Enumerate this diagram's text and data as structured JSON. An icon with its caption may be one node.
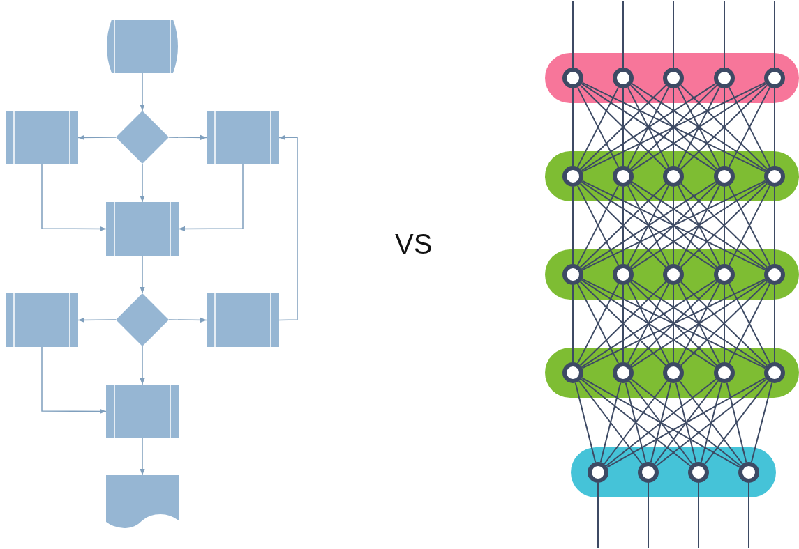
{
  "diagram": {
    "nodes": [
      {
        "text": [],
        "shape": "box"
      },
      {
        "text": [],
        "shape": "box"
      },
      {
        "text": [],
        "shape": "diamond"
      },
      {
        "text": [],
        "shape": "box"
      },
      {
        "text": [],
        "shape": "box"
      },
      {
        "text": [],
        "shape": "box"
      },
      {
        "text": [],
        "shape": "diamond"
      },
      {
        "text": [],
        "shape": "box"
      },
      {
        "text": [],
        "shape": "box"
      },
      {
        "text": [],
        "shape": "document"
      },
      {
        "text": [],
        "shape": "band"
      },
      {
        "text": [],
        "shape": "circle",
        "in": 10
      },
      {
        "text": [],
        "shape": "circle",
        "in": 10
      },
      {
        "text": [],
        "shape": "circle",
        "in": 10
      },
      {
        "text": [],
        "shape": "circle",
        "in": 10
      },
      {
        "text": [],
        "shape": "circle",
        "in": 10
      },
      {
        "text": [],
        "shape": "band"
      },
      {
        "text": [],
        "shape": "circle",
        "in": 16
      },
      {
        "text": [],
        "shape": "circle",
        "in": 16
      },
      {
        "text": [],
        "shape": "circle",
        "in": 16
      },
      {
        "text": [],
        "shape": "circle",
        "in": 16
      },
      {
        "text": [],
        "shape": "circle",
        "in": 16
      },
      {
        "text": [],
        "shape": "band"
      },
      {
        "text": [],
        "shape": "circle",
        "in": 22
      },
      {
        "text": [],
        "shape": "circle",
        "in": 22
      },
      {
        "text": [],
        "shape": "circle",
        "in": 22
      },
      {
        "text": [],
        "shape": "circle",
        "in": 22
      },
      {
        "text": [],
        "shape": "circle",
        "in": 22
      },
      {
        "text": [],
        "shape": "band"
      },
      {
        "text": [],
        "shape": "circle",
        "in": 28
      },
      {
        "text": [],
        "shape": "circle",
        "in": 28
      },
      {
        "text": [],
        "shape": "circle",
        "in": 28
      },
      {
        "text": [],
        "shape": "circle",
        "in": 28
      },
      {
        "text": [],
        "shape": "circle",
        "in": 28
      },
      {
        "text": [],
        "shape": "band"
      },
      {
        "text": [],
        "shape": "circle",
        "in": 34
      },
      {
        "text": [],
        "shape": "circle",
        "in": 34
      },
      {
        "text": [],
        "shape": "circle",
        "in": 34
      },
      {
        "text": [],
        "shape": "circle",
        "in": 34
      }
    ],
    "edges": [
      {
        "from": 0,
        "to": 2,
        "arrow": "to",
        "color": "#7f9fbd"
      },
      {
        "from": 2,
        "to": 1,
        "arrow": "to",
        "color": "#7f9fbd"
      },
      {
        "from": 2,
        "to": 3,
        "arrow": "to",
        "color": "#7f9fbd"
      },
      {
        "from": 2,
        "to": 4,
        "arrow": "to",
        "color": "#7f9fbd"
      },
      {
        "from": 1,
        "to": 4,
        "arrow": "to",
        "color": "#7f9fbd"
      },
      {
        "from": 3,
        "to": 4,
        "arrow": "to",
        "color": "#7f9fbd"
      },
      {
        "from": 4,
        "to": 6,
        "arrow": "to",
        "color": "#7f9fbd"
      },
      {
        "from": 6,
        "to": 5,
        "arrow": "to",
        "color": "#7f9fbd"
      },
      {
        "from": 6,
        "to": 7,
        "arrow": "to",
        "color": "#7f9fbd"
      },
      {
        "from": 6,
        "to": 8,
        "arrow": "to",
        "color": "#7f9fbd"
      },
      {
        "from": 7,
        "to": 3,
        "arrow": "to",
        "color": "#7f9fbd"
      },
      {
        "from": 5,
        "to": 8,
        "arrow": "to",
        "color": "#7f9fbd"
      },
      {
        "from": 8,
        "to": 9,
        "arrow": "to",
        "color": "#7f9fbd"
      },
      {
        "from": null,
        "to": 11,
        "arrow": "none"
      },
      {
        "from": null,
        "to": 12,
        "arrow": "none"
      },
      {
        "from": null,
        "to": 13,
        "arrow": "none"
      },
      {
        "from": null,
        "to": 14,
        "arrow": "none"
      },
      {
        "from": null,
        "to": 15,
        "arrow": "none"
      },
      {
        "from": 11,
        "to": 17,
        "arrow": "none"
      },
      {
        "from": 11,
        "to": 18,
        "arrow": "none"
      },
      {
        "from": 11,
        "to": 19,
        "arrow": "none"
      },
      {
        "from": 11,
        "to": 20,
        "arrow": "none"
      },
      {
        "from": 11,
        "to": 21,
        "arrow": "none"
      },
      {
        "from": 12,
        "to": 17,
        "arrow": "none"
      },
      {
        "from": 12,
        "to": 18,
        "arrow": "none"
      },
      {
        "from": 12,
        "to": 19,
        "arrow": "none"
      },
      {
        "from": 12,
        "to": 20,
        "arrow": "none"
      },
      {
        "from": 12,
        "to": 21,
        "arrow": "none"
      },
      {
        "from": 13,
        "to": 17,
        "arrow": "none"
      },
      {
        "from": 13,
        "to": 18,
        "arrow": "none"
      },
      {
        "from": 13,
        "to": 19,
        "arrow": "none"
      },
      {
        "from": 13,
        "to": 20,
        "arrow": "none"
      },
      {
        "from": 13,
        "to": 21,
        "arrow": "none"
      },
      {
        "from": 14,
        "to": 17,
        "arrow": "none"
      },
      {
        "from": 14,
        "to": 18,
        "arrow": "none"
      },
      {
        "from": 14,
        "to": 19,
        "arrow": "none"
      },
      {
        "from": 14,
        "to": 20,
        "arrow": "none"
      },
      {
        "from": 14,
        "to": 21,
        "arrow": "none"
      },
      {
        "from": 15,
        "to": 17,
        "arrow": "none"
      },
      {
        "from": 15,
        "to": 18,
        "arrow": "none"
      },
      {
        "from": 15,
        "to": 19,
        "arrow": "none"
      },
      {
        "from": 15,
        "to": 20,
        "arrow": "none"
      },
      {
        "from": 15,
        "to": 21,
        "arrow": "none"
      },
      {
        "from": 17,
        "to": 23,
        "arrow": "none"
      },
      {
        "from": 17,
        "to": 24,
        "arrow": "none"
      },
      {
        "from": 17,
        "to": 25,
        "arrow": "none"
      },
      {
        "from": 17,
        "to": 26,
        "arrow": "none"
      },
      {
        "from": 17,
        "to": 27,
        "arrow": "none"
      },
      {
        "from": 18,
        "to": 23,
        "arrow": "none"
      },
      {
        "from": 18,
        "to": 24,
        "arrow": "none"
      },
      {
        "from": 18,
        "to": 25,
        "arrow": "none"
      },
      {
        "from": 18,
        "to": 26,
        "arrow": "none"
      },
      {
        "from": 18,
        "to": 27,
        "arrow": "none"
      },
      {
        "from": 19,
        "to": 23,
        "arrow": "none"
      },
      {
        "from": 19,
        "to": 24,
        "arrow": "none"
      },
      {
        "from": 19,
        "to": 25,
        "arrow": "none"
      },
      {
        "from": 19,
        "to": 26,
        "arrow": "none"
      },
      {
        "from": 19,
        "to": 27,
        "arrow": "none"
      },
      {
        "from": 20,
        "to": 23,
        "arrow": "none"
      },
      {
        "from": 20,
        "to": 24,
        "arrow": "none"
      },
      {
        "from": 20,
        "to": 25,
        "arrow": "none"
      },
      {
        "from": 20,
        "to": 26,
        "arrow": "none"
      },
      {
        "from": 20,
        "to": 27,
        "arrow": "none"
      },
      {
        "from": 21,
        "to": 23,
        "arrow": "none"
      },
      {
        "from": 21,
        "to": 24,
        "arrow": "none"
      },
      {
        "from": 21,
        "to": 25,
        "arrow": "none"
      },
      {
        "from": 21,
        "to": 26,
        "arrow": "none"
      },
      {
        "from": 21,
        "to": 27,
        "arrow": "none"
      },
      {
        "from": 23,
        "to": 29,
        "arrow": "none"
      },
      {
        "from": 23,
        "to": 30,
        "arrow": "none"
      },
      {
        "from": 23,
        "to": 31,
        "arrow": "none"
      },
      {
        "from": 23,
        "to": 32,
        "arrow": "none"
      },
      {
        "from": 23,
        "to": 33,
        "arrow": "none"
      },
      {
        "from": 24,
        "to": 29,
        "arrow": "none"
      },
      {
        "from": 24,
        "to": 30,
        "arrow": "none"
      },
      {
        "from": 24,
        "to": 31,
        "arrow": "none"
      },
      {
        "from": 24,
        "to": 32,
        "arrow": "none"
      },
      {
        "from": 24,
        "to": 33,
        "arrow": "none"
      },
      {
        "from": 25,
        "to": 29,
        "arrow": "none"
      },
      {
        "from": 25,
        "to": 30,
        "arrow": "none"
      },
      {
        "from": 25,
        "to": 31,
        "arrow": "none"
      },
      {
        "from": 25,
        "to": 32,
        "arrow": "none"
      },
      {
        "from": 25,
        "to": 33,
        "arrow": "none"
      },
      {
        "from": 26,
        "to": 29,
        "arrow": "none"
      },
      {
        "from": 26,
        "to": 30,
        "arrow": "none"
      },
      {
        "from": 26,
        "to": 31,
        "arrow": "none"
      },
      {
        "from": 26,
        "to": 32,
        "arrow": "none"
      },
      {
        "from": 26,
        "to": 33,
        "arrow": "none"
      },
      {
        "from": 27,
        "to": 29,
        "arrow": "none"
      },
      {
        "from": 27,
        "to": 30,
        "arrow": "none"
      },
      {
        "from": 27,
        "to": 31,
        "arrow": "none"
      },
      {
        "from": 27,
        "to": 32,
        "arrow": "none"
      },
      {
        "from": 27,
        "to": 33,
        "arrow": "none"
      },
      {
        "from": 29,
        "to": 35,
        "arrow": "none"
      },
      {
        "from": 29,
        "to": 36,
        "arrow": "none"
      },
      {
        "from": 29,
        "to": 37,
        "arrow": "none"
      },
      {
        "from": 29,
        "to": 38,
        "arrow": "none"
      },
      {
        "from": 30,
        "to": 35,
        "arrow": "none"
      },
      {
        "from": 30,
        "to": 36,
        "arrow": "none"
      },
      {
        "from": 30,
        "to": 37,
        "arrow": "none"
      },
      {
        "from": 30,
        "to": 38,
        "arrow": "none"
      },
      {
        "from": 31,
        "to": 35,
        "arrow": "none"
      },
      {
        "from": 31,
        "to": 36,
        "arrow": "none"
      },
      {
        "from": 31,
        "to": 37,
        "arrow": "none"
      },
      {
        "from": 31,
        "to": 38,
        "arrow": "none"
      },
      {
        "from": 32,
        "to": 35,
        "arrow": "none"
      },
      {
        "from": 32,
        "to": 36,
        "arrow": "none"
      },
      {
        "from": 32,
        "to": 37,
        "arrow": "none"
      },
      {
        "from": 32,
        "to": 38,
        "arrow": "none"
      },
      {
        "from": 33,
        "to": 35,
        "arrow": "none"
      },
      {
        "from": 33,
        "to": 36,
        "arrow": "none"
      },
      {
        "from": 33,
        "to": 37,
        "arrow": "none"
      },
      {
        "from": 33,
        "to": 38,
        "arrow": "none"
      },
      {
        "from": 35,
        "to": null,
        "arrow": "none"
      },
      {
        "from": 36,
        "to": null,
        "arrow": "none"
      },
      {
        "from": 37,
        "to": null,
        "arrow": "none"
      },
      {
        "from": 38,
        "to": null,
        "arrow": "none"
      }
    ],
    "labels": [
      "VS"
    ]
  }
}
